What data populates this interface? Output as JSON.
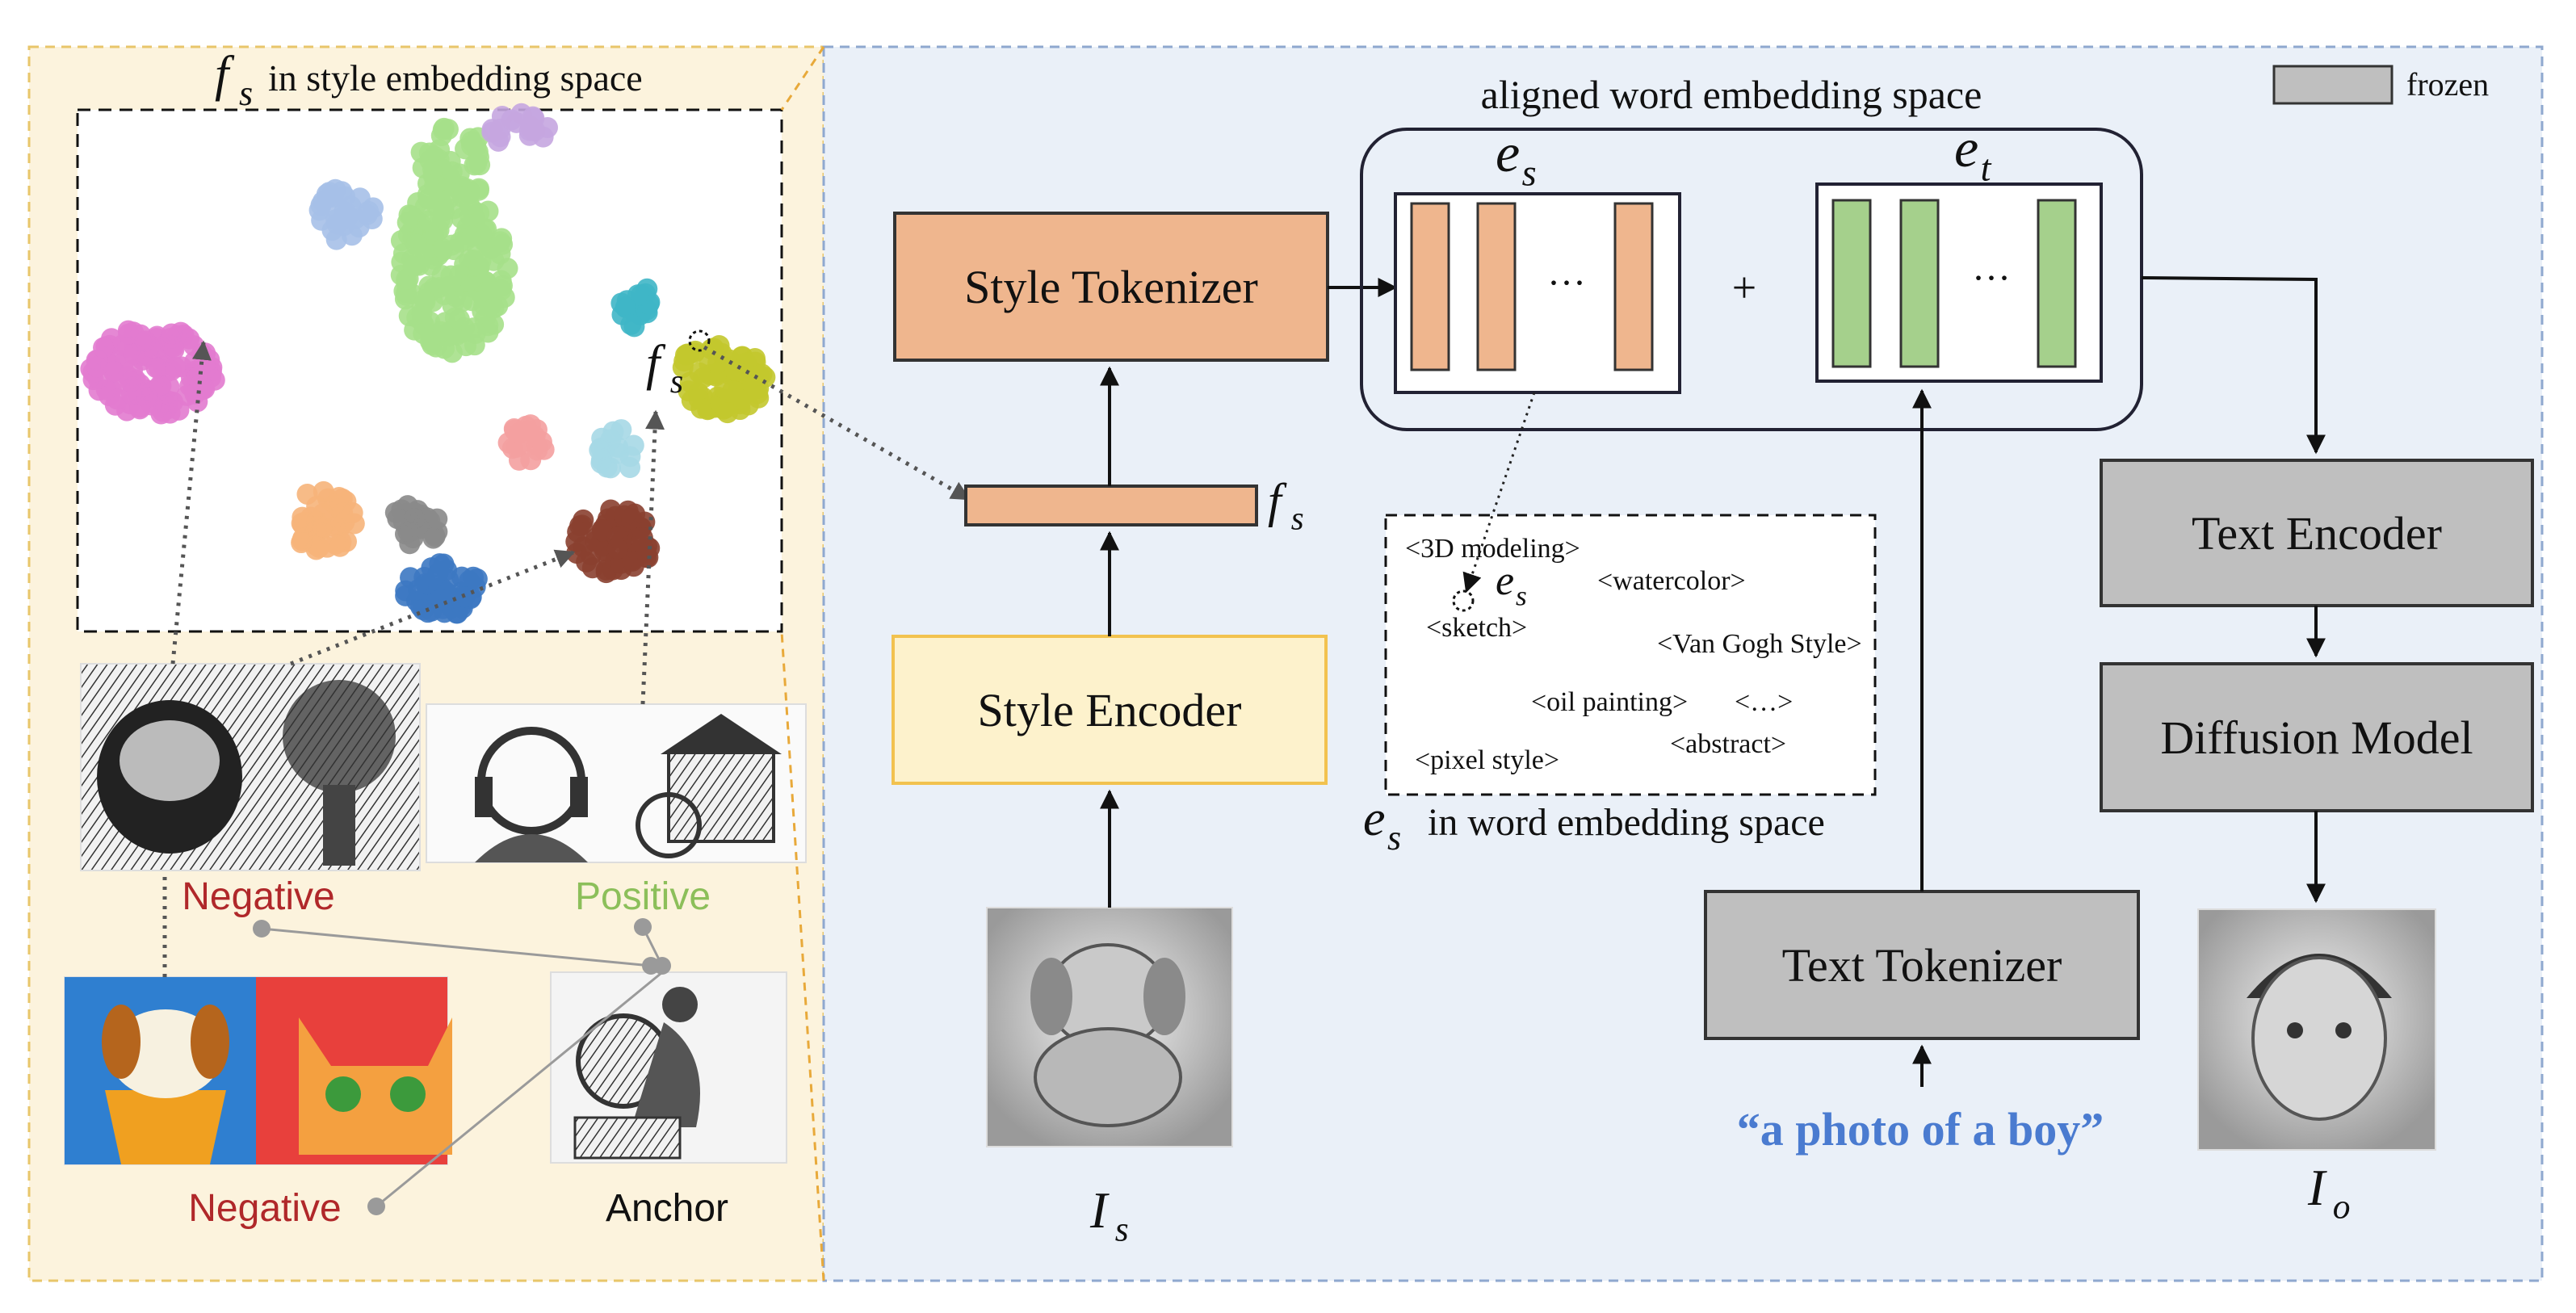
{
  "legend": {
    "frozen_label": "frozen",
    "colors": {
      "frozen": "#bfbfbf"
    }
  },
  "left_panel": {
    "style_space_title": {
      "symbol": "f",
      "sub": "s",
      "text": "in style embedding space"
    },
    "point_label": {
      "symbol": "f",
      "sub": "s"
    },
    "images": {
      "top_negative": "engraved basket and flower illustrations",
      "positive": "engraved portrait with headphones and water mill",
      "bottom_negative": "colorful painted dog and cat",
      "anchor": "engraved man holding a globe"
    },
    "labels": {
      "negative_top": "Negative",
      "positive": "Positive",
      "negative_bottom": "Negative",
      "anchor": "Anchor"
    },
    "colors": {
      "negative": "#b0282a",
      "positive": "#8cbf5a",
      "anchor": "#111111",
      "panel_bg": "#fcf3dd"
    }
  },
  "right_panel": {
    "style_tokenizer": "Style Tokenizer",
    "style_encoder": "Style Encoder",
    "fs_label": {
      "symbol": "f",
      "sub": "s"
    },
    "is_label": {
      "symbol": "I",
      "sub": "s"
    },
    "aligned_title": "aligned word embedding space",
    "es_header": {
      "symbol": "e",
      "sub": "s"
    },
    "et_header": {
      "symbol": "e",
      "sub": "t"
    },
    "ellipsis": "···",
    "plus": "+",
    "word_space": {
      "tokens": [
        "<3D modeling>",
        "<watercolor>",
        "<sketch>",
        "<Van Gogh Style>",
        "<oil painting>",
        "<…>",
        "<abstract>",
        "<pixel style>"
      ],
      "point_label": {
        "symbol": "e",
        "sub": "s"
      },
      "caption": {
        "symbol": "e",
        "sub": "s",
        "text": "in word embedding space"
      }
    },
    "text_tokenizer": "Text Tokenizer",
    "prompt": "“a photo of a boy”",
    "text_encoder": "Text Encoder",
    "diffusion_model": "Diffusion Model",
    "io_label": {
      "symbol": "I",
      "sub": "o"
    },
    "images": {
      "style_input": "pencil sketch of a puppy",
      "output": "pencil sketch portrait of a boy"
    },
    "colors": {
      "orange": "#efb68e",
      "green": "#a5d08c",
      "yellow_fill": "#fdf2cc",
      "yellow_border": "#f2c24f",
      "prompt": "#4a7bd0",
      "panel_bg": "#eaf0f8"
    }
  }
}
